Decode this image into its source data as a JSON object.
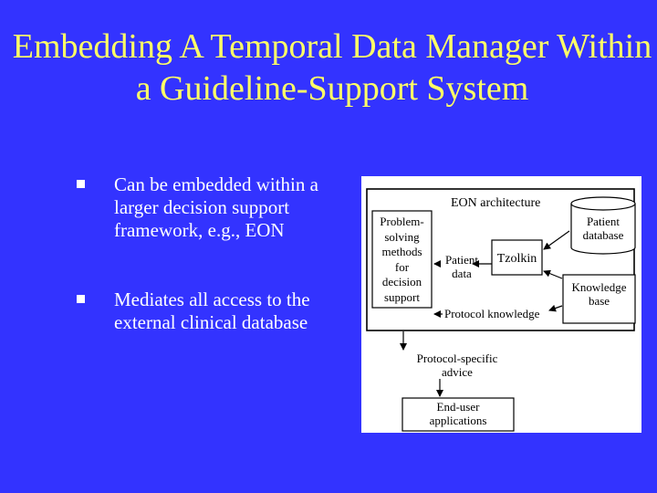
{
  "slide": {
    "title": "Embedding A Temporal Data Manager Within a Guideline-Support System"
  },
  "bullets": [
    {
      "text": "Can be embedded within a larger decision support framework, e.g., EON"
    },
    {
      "text": "Mediates all access to the external clinical database"
    }
  ],
  "diagram": {
    "architecture_label": "EON architecture",
    "problem_solving_lines": [
      "Problem-",
      "solving",
      "methods",
      "for",
      "decision",
      "support"
    ],
    "patient_data_lines": [
      "Patient",
      "data"
    ],
    "tzolkin_label": "Tzolkin",
    "patient_database_lines": [
      "Patient",
      "database"
    ],
    "knowledge_base_lines": [
      "Knowledge",
      "base"
    ],
    "protocol_knowledge_label": "Protocol knowledge",
    "protocol_advice_lines": [
      "Protocol-specific",
      "advice"
    ],
    "end_user_lines": [
      "End-user",
      "applications"
    ]
  },
  "colors": {
    "background": "#3333ff",
    "title": "#ffff66",
    "bullet_text": "#ffffff"
  }
}
